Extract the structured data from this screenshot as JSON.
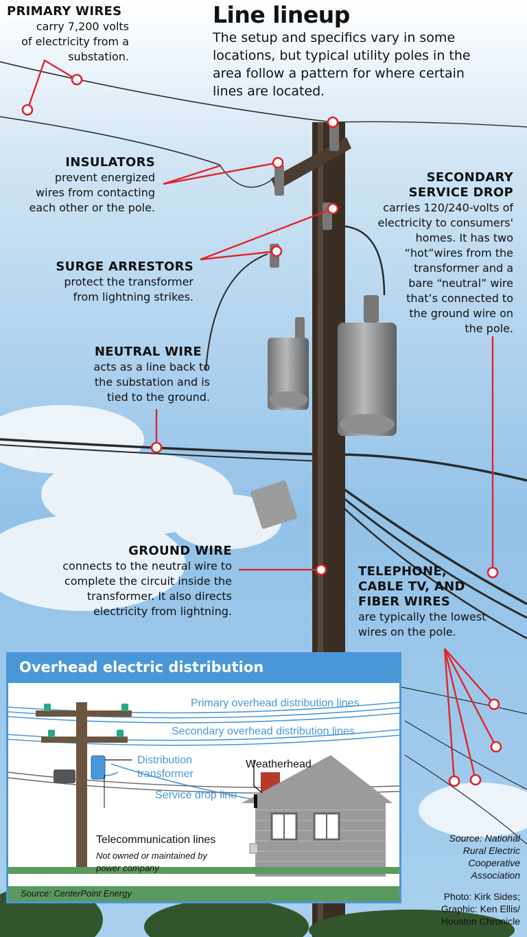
{
  "header": {
    "title": "Line lineup",
    "intro": "The setup and specifics vary in some\nlocations, but typical utility poles in the\narea follow a pattern for where certain\nlines are located."
  },
  "callouts": {
    "primary": {
      "heading": "PRIMARY WIRES",
      "text": "carry 7,200 volts\nof electricity from a\nsubstation."
    },
    "insulators": {
      "heading": "INSULATORS",
      "text": "prevent energized\nwires from contacting\neach other or the pole."
    },
    "surge": {
      "heading": "SURGE ARRESTORS",
      "text": "protect the transformer\nfrom lightning strikes."
    },
    "neutral": {
      "heading": "NEUTRAL WIRE",
      "text": "acts as a line back to\nthe substation and is\ntied to the ground."
    },
    "ground": {
      "heading": "GROUND WIRE",
      "text": "connects to the neutral wire to\ncomplete the circuit inside the\ntransformer. It also directs\nelectricity from lightning."
    },
    "secondary": {
      "heading_1": "SECONDARY",
      "heading_2": "SERVICE DROP",
      "text": "carries 120/240-volts of\nelectricity to consumers'\nhomes. It has two\n“hot”wires from the\ntransformer and a\nbare “neutral” wire\nthat’s connected to\nthe ground  wire on\nthe pole."
    },
    "telephone": {
      "heading_1": "TELEPHONE,",
      "heading_2": "CABLE TV, AND",
      "heading_3": "FIBER WIRES",
      "text": "are typically the lowest\nwires on the pole."
    }
  },
  "inset": {
    "title": "Overhead electric distribution",
    "primary_lines": "Primary overhead distribution lines",
    "secondary_lines": "Secondary overhead distribution lines",
    "transformer_1": "Distribution",
    "transformer_2": "transformer",
    "service_drop": "Service drop line",
    "weatherhead": "Weatherhead",
    "telecom": "Telecommunication lines",
    "telecom_note": "Not owned or maintained by\npower company",
    "source": "Source: CenterPoint Energy"
  },
  "credits": {
    "source": "Source: National\nRural Electric\nCooperative\nAssociation",
    "photo": "Photo: Kirk Sides;\nGraphic: Ken Ellis/\nHouston Chronicle"
  },
  "colors": {
    "callout_red": "#e0242b",
    "inset_blue": "#4a97d8",
    "sky": "#8fc0e6",
    "pole": "#3a2e24"
  }
}
